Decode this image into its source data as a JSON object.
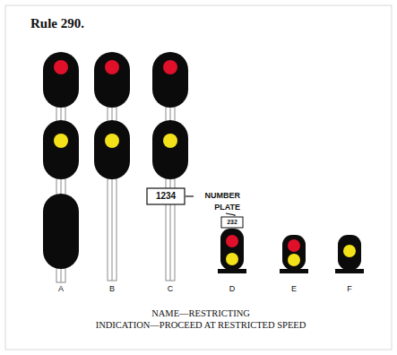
{
  "diagram": {
    "title": "Rule 290.",
    "labels": [
      "1234",
      "NUMBER PLATE",
      "232",
      "A",
      "B",
      "C",
      "D",
      "E",
      "F",
      "NAME—RESTRICTING",
      "INDICATION—PROCEED AT RESTRICTED SPEED"
    ]
  }
}
